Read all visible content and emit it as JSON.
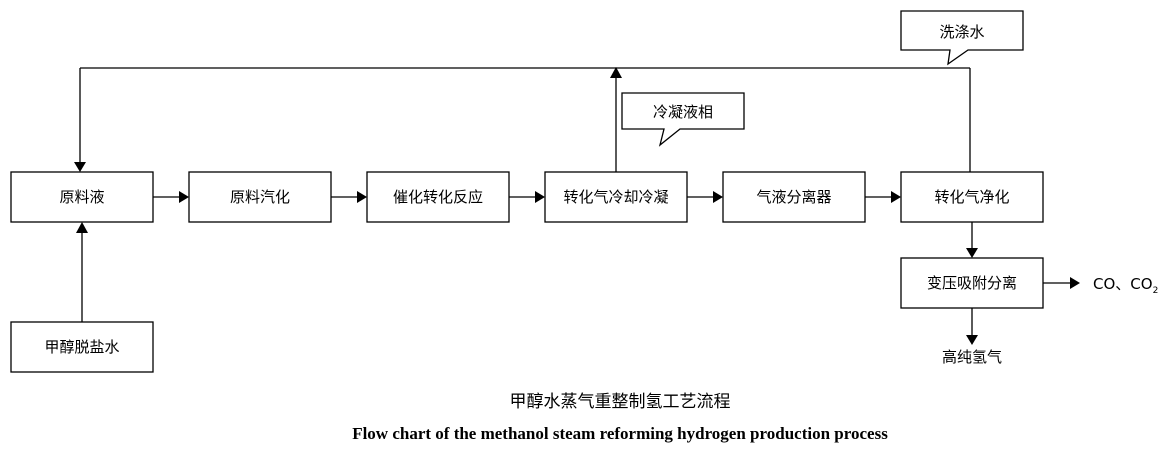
{
  "diagram": {
    "nodes": {
      "raw_liquid": "原料液",
      "vaporization": "原料汽化",
      "catalytic_reaction": "催化转化反应",
      "cooling_condensation": "转化气冷却冷凝",
      "gas_liquid_separator": "气液分离器",
      "gas_purification": "转化气净化",
      "psa_separation": "变压吸附分离",
      "methanol_water": "甲醇脱盐水"
    },
    "callouts": {
      "washing_water": "洗涤水",
      "condensate_phase": "冷凝液相"
    },
    "outputs": {
      "co_co2": "CO、CO",
      "co2_subscript": "2",
      "high_purity_hydrogen": "高纯氢气"
    },
    "caption": {
      "chinese": "甲醇水蒸气重整制氢工艺流程",
      "english": "Flow chart of the methanol steam reforming hydrogen production process"
    }
  }
}
